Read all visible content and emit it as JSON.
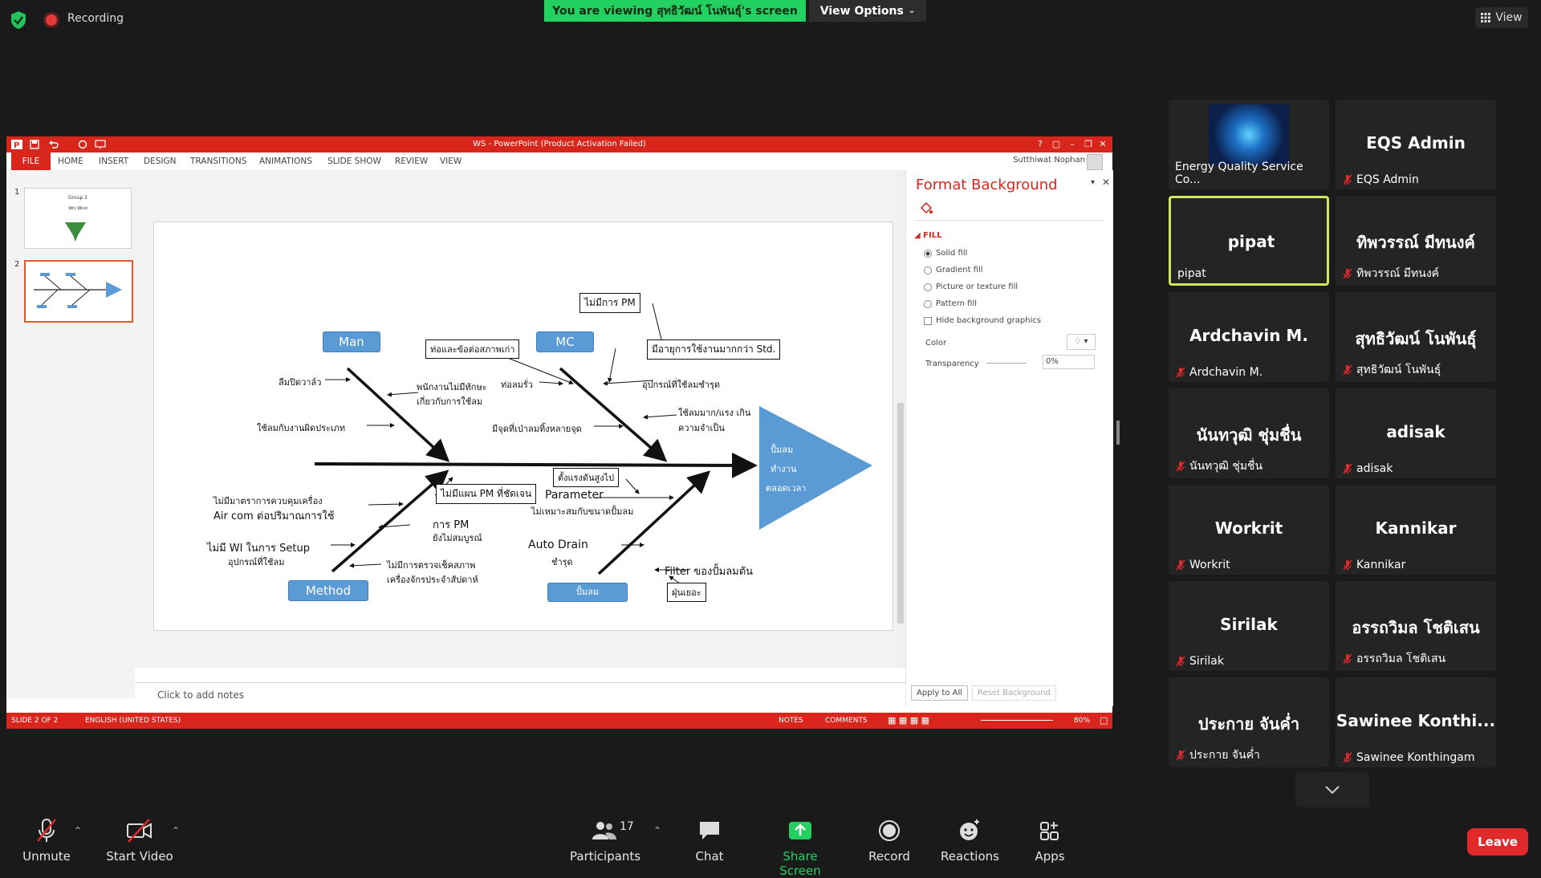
{
  "topbar": {
    "recording": "Recording",
    "viewing_banner": "You are viewing สุทธิวัฒน์ โนพันธุ์'s screen",
    "view_options": "View Options",
    "view": "View"
  },
  "ppt": {
    "title": "WS  -  PowerPoint (Product Activation Failed)",
    "ribbon_tabs": [
      "FILE",
      "HOME",
      "INSERT",
      "DESIGN",
      "TRANSITIONS",
      "ANIMATIONS",
      "SLIDE SHOW",
      "REVIEW",
      "VIEW"
    ],
    "user": "Sutthiwat Nophan",
    "slide_numbers": [
      "1",
      "2"
    ],
    "thumb1_lines": [
      "Group 2",
      "Win Wind"
    ],
    "notes_placeholder": "Click to add notes",
    "status": {
      "slide": "SLIDE 2 OF 2",
      "language": "ENGLISH (UNITED STATES)",
      "notes": "NOTES",
      "comments": "COMMENTS",
      "zoom": "80%"
    },
    "format_pane": {
      "title": "Format Background",
      "section": "FILL",
      "options": [
        "Solid fill",
        "Gradient fill",
        "Picture or texture fill",
        "Pattern fill"
      ],
      "hide_bg": "Hide background graphics",
      "color_label": "Color",
      "transparency_label": "Transparency",
      "transparency_value": "0%",
      "apply_all": "Apply to All",
      "reset": "Reset Background"
    },
    "diagram": {
      "categories": {
        "man": "Man",
        "mc": "MC",
        "method": "Method",
        "pump": "ปั้มลม"
      },
      "head": [
        "ปั้มลม",
        "ทำงาน",
        "ตลอดเวลา"
      ],
      "boxes": {
        "no_pm": "ไม่มีการ PM",
        "pipes_old": "ท่อและข้อต่อสภาพเก่า",
        "age_std": "มีอายุการใช้งานมากกว่า Std.",
        "no_pm_plan": "ไม่มีแผน PM ที่ชัดเจน",
        "set_high": "ตั้งแรงดันสูงไป",
        "dust": "ฝุ่นเยอะ"
      },
      "texts": {
        "forget_close": "ลืมปิดวาล์ว",
        "no_skill_1": "พนักงานไม่มีทักษะ",
        "no_skill_2": "เกี่ยวกับการใช้ลม",
        "misuse": "ใช้ลมกับงานผิดประเภท",
        "leak_pipe": "ท่อลมรั่ว",
        "equip_damaged": "อุปกรณ์ที่ใช้ลมชำรุด",
        "over_use_1": "ใช้ลมมาก/แรง เกิน",
        "over_use_2": "ความจำเป็น",
        "many_leaks": "มีจุดที่เป่าลมทิ้งหลายจุด",
        "no_measure_1": "ไม่มีมาตราการควบคุมเครื่อง",
        "no_measure_2": "Air com ต่อปริมาณการใช้",
        "pm_1": "การ PM",
        "pm_2": "ยังไม่สมบูรณ์",
        "no_wi_1": "ไม่มี WI ในการ Setup",
        "no_wi_2": "อุปกรณ์ที่ใช้ลม",
        "no_check_1": "ไม่มีการตรวจเช็คสภาพ",
        "no_check_2": "เครื่องจักรประจำสัปดาห์",
        "parameter": "Parameter",
        "param_2": "ไม่เหมาะสมกับขนาดปั้มลม",
        "auto_drain": "Auto Drain",
        "damaged": "ชำรุด",
        "filter": "Filter ของปั้มลมตัน"
      }
    }
  },
  "gallery": [
    {
      "big": "",
      "label": "Energy Quality Service Co...",
      "muted": false,
      "logo": true
    },
    {
      "big": "EQS Admin",
      "label": "EQS Admin",
      "muted": true
    },
    {
      "big": "pipat",
      "label": "pipat",
      "muted": false,
      "active": true
    },
    {
      "big": "ทิพวรรณ์ มีทนงค์",
      "label": "ทิพวรรณ์ มีทนงค์",
      "muted": true
    },
    {
      "big": "Ardchavin M.",
      "label": "Ardchavin M.",
      "muted": true
    },
    {
      "big": "สุทธิวัฒน์ โนพันธุ์",
      "label": "สุทธิวัฒน์ โนพันธุ์",
      "muted": true
    },
    {
      "big": "นันทวุฒิ ชุ่มชื่น",
      "label": "นันทวุฒิ ชุ่มชื่น",
      "muted": true
    },
    {
      "big": "adisak",
      "label": "adisak",
      "muted": true
    },
    {
      "big": "Workrit",
      "label": "Workrit",
      "muted": true
    },
    {
      "big": "Kannikar",
      "label": "Kannikar",
      "muted": true
    },
    {
      "big": "Sirilak",
      "label": "Sirilak",
      "muted": true
    },
    {
      "big": "อรรถวิมล โชติเสน",
      "label": "อรรถวิมล โชติเสน",
      "muted": true
    },
    {
      "big": "ประกาย จันค่ำ",
      "label": "ประกาย จันค่ำ",
      "muted": true
    },
    {
      "big": "Sawinee  Konthi...",
      "label": "Sawinee  Konthingam",
      "muted": true
    }
  ],
  "toolbar": {
    "unmute": "Unmute",
    "start_video": "Start Video",
    "participants": "Participants",
    "participant_count": "17",
    "chat": "Chat",
    "share_screen": "Share Screen",
    "record": "Record",
    "reactions": "Reactions",
    "apps": "Apps",
    "leave": "Leave"
  },
  "colors": {
    "accent_green": "#23d160",
    "ppt_red": "#d9261c",
    "leave_red": "#e0292b",
    "active_border": "#cde85e",
    "blue_box": "#5b9bd5"
  }
}
